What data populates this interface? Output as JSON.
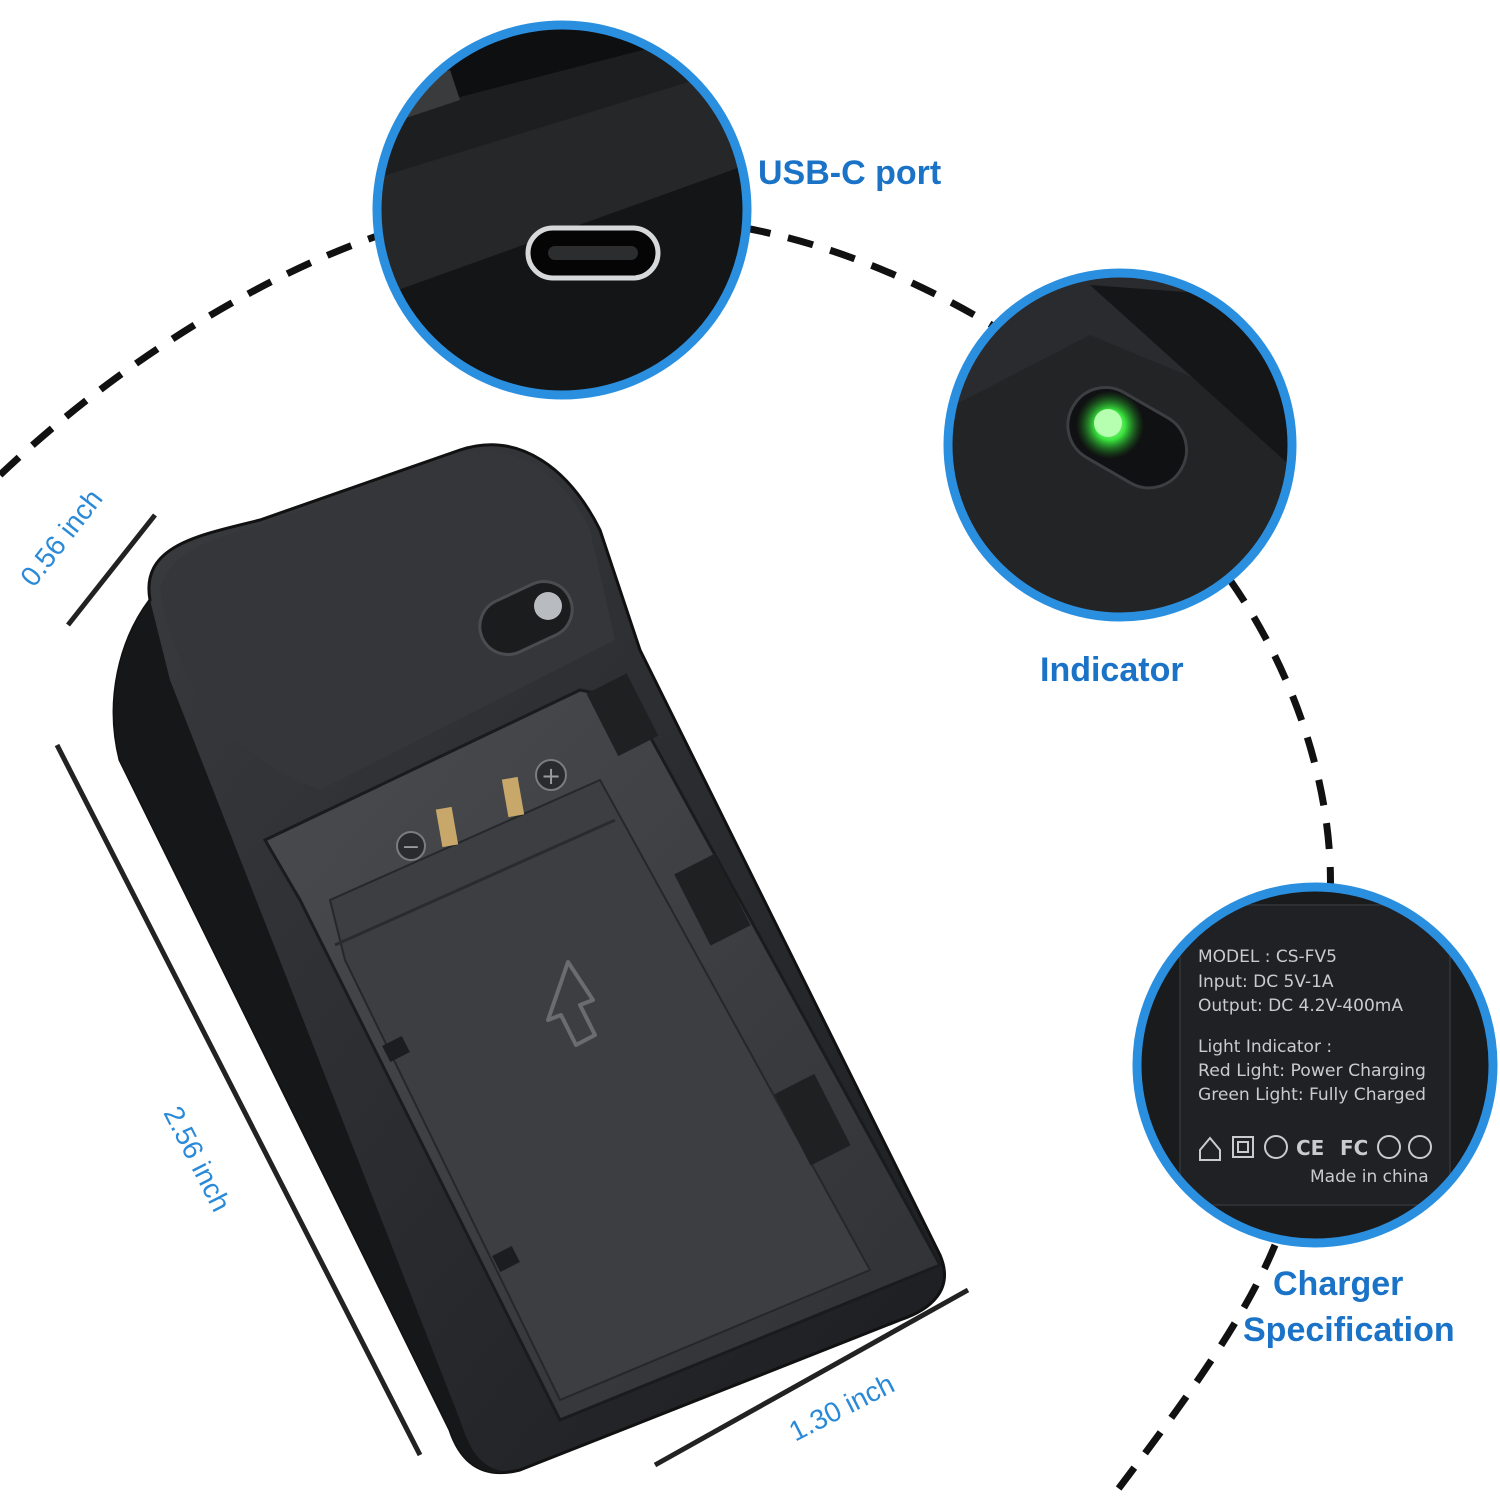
{
  "callouts": {
    "usb_port": "USB-C port",
    "indicator": "Indicator",
    "spec_line1": "Charger",
    "spec_line2": "Specification"
  },
  "dimensions": {
    "depth": "0.56 inch",
    "height": "2.56 inch",
    "width": "1.30 inch"
  },
  "spec_label": {
    "model": "MODEL : CS-FV5",
    "input": "Input: DC 5V-1A",
    "output": "Output: DC 4.2V-400mA",
    "light_title": "Light Indicator :",
    "red_light": "Red Light: Power Charging",
    "green_light": "Green Light: Fully Charged",
    "made_in": "Made in china",
    "cert_ce": "CE",
    "cert_fc": "FC"
  },
  "terminals": {
    "minus": "−",
    "plus": "+"
  },
  "colors": {
    "accent_blue": "#1a73c7",
    "ring_blue": "#2b8fe0",
    "charger_body": "#2b2d30",
    "led_green": "#38e33c"
  }
}
